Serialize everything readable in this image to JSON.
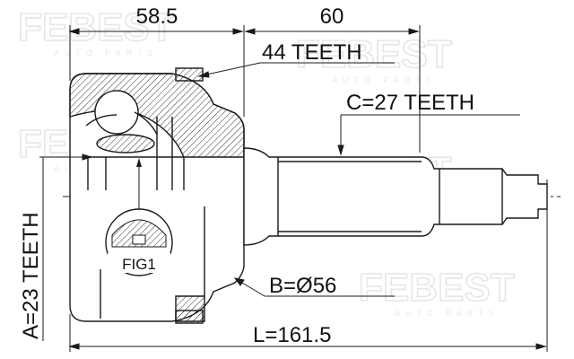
{
  "watermark": {
    "brand": "FEBEST",
    "tagline": "AUTO PARTS"
  },
  "dimensions": {
    "outer_joint_length": "58.5",
    "shaft_length": "60",
    "total_length": "L=161.5",
    "outer_diameter": "B=Ø56"
  },
  "teeth": {
    "abs_ring": "44 TEETH",
    "shaft_spline": "C=27 TEETH",
    "inner_spline": "A=23 TEETH"
  },
  "figure_label": "FIG1",
  "colors": {
    "line": "#1a1a1a",
    "hatch": "#333333",
    "watermark": "#e6e6e6"
  }
}
